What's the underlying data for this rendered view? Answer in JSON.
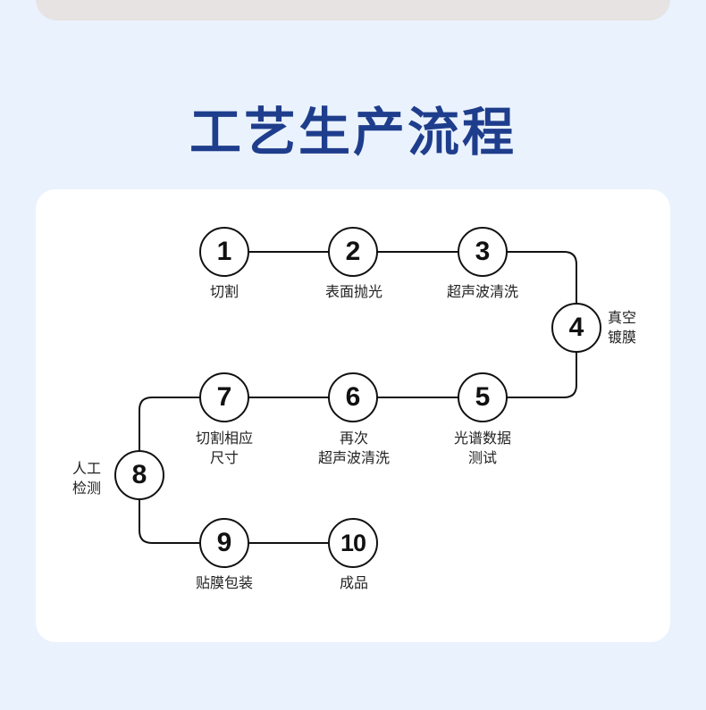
{
  "title": "工艺生产流程",
  "steps": [
    {
      "number": "1",
      "label_lines": [
        "切割"
      ]
    },
    {
      "number": "2",
      "label_lines": [
        "表面抛光"
      ]
    },
    {
      "number": "3",
      "label_lines": [
        "超声波清洗"
      ]
    },
    {
      "number": "4",
      "label_lines": [
        "真空",
        "镀膜"
      ]
    },
    {
      "number": "5",
      "label_lines": [
        "光谱数据",
        "测试"
      ]
    },
    {
      "number": "6",
      "label_lines": [
        "再次",
        "超声波清洗"
      ]
    },
    {
      "number": "7",
      "label_lines": [
        "切割相应",
        "尺寸"
      ]
    },
    {
      "number": "8",
      "label_lines": [
        "人工",
        "检测"
      ]
    },
    {
      "number": "9",
      "label_lines": [
        "贴膜包装"
      ]
    },
    {
      "number": "10",
      "label_lines": [
        "成品"
      ]
    }
  ],
  "colors": {
    "background": "#eaf2fd",
    "title": "#1e3d8c",
    "card": "#ffffff",
    "line": "#111111"
  }
}
